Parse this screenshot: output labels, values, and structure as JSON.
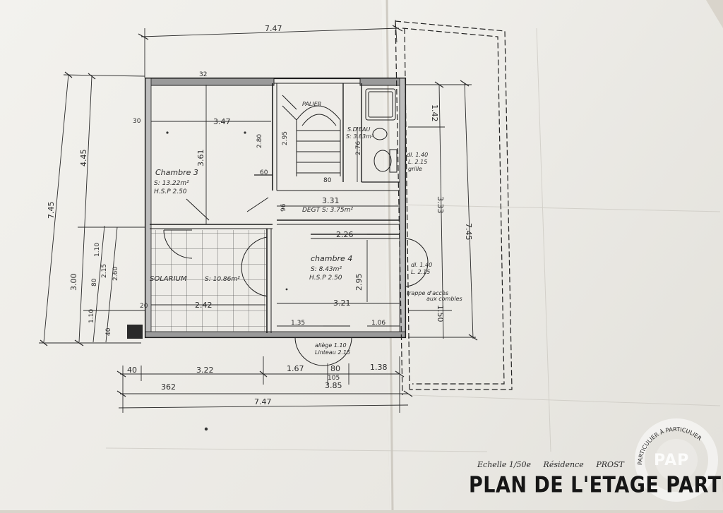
{
  "sheet": {
    "title": "PLAN DE L'ETAGE PARTIEL",
    "scale": "Echelle 1/50e",
    "residence_label": "Résidence",
    "residence_name": "PROST"
  },
  "dimensions": {
    "top_total": "7.47",
    "bottom_total": "7.47",
    "left_total": "7.45",
    "right_total": "7.45",
    "left_upper": "4.45",
    "left_lower": "3.00",
    "right_upper": "3.33",
    "right_lower": "1.50",
    "right_top": "1.42",
    "bottom_a": "40",
    "bottom_b": "3.22",
    "bottom_c": "1.67",
    "bottom_d": "80",
    "bottom_e": "1.38",
    "bottom_f": "362",
    "bottom_g": "3.85",
    "bottom_h": "105",
    "chambre3_width": "3.47",
    "chambre3_height": "3.61",
    "corridor_width": "3.31",
    "degt_len": "2.26",
    "chambre4_height": "2.95",
    "chambre4_width": "3.21",
    "solarium_width": "2.42",
    "stair_h1": "2.80",
    "stair_h2": "2.95",
    "stair_h3": "2.76",
    "small_a": "32",
    "small_b": "60",
    "small_c": "80",
    "small_d": "96",
    "small_e": "1.10",
    "small_f": "2.60",
    "small_g": "1.10",
    "small_h": "80",
    "small_i": "2.15",
    "small_j": "40",
    "small_k": "1.35",
    "small_l": "1.06",
    "small_m": "20",
    "small_n": "30"
  },
  "rooms": {
    "chambre3": {
      "name": "Chambre 3",
      "surface": "S: 13.22m²",
      "hsp": "H.S.P 2.50"
    },
    "chambre4": {
      "name": "chambre 4",
      "surface": "S: 8.43m²",
      "hsp": "H.S.P 2.50"
    },
    "solarium": {
      "name": "SOLARIUM",
      "surface": "S: 10.86m²"
    },
    "degt": {
      "name": "DEGT",
      "surface": "S: 3.75m²"
    },
    "sdeau": {
      "name": "S.D'EAU",
      "surface": "S: 3.83m²"
    },
    "palier": {
      "name": "PALIER"
    }
  },
  "openings": {
    "win1_a": "dl. 1.40",
    "win1_b": "L. 2.15",
    "win1_c": "grille",
    "win2_a": "dl. 1.40",
    "win2_b": "L. 2.15",
    "door_a": "allège 1.10",
    "door_b": "Linteau 2.15",
    "trap_a": "trappe d'accès",
    "trap_b": "aux combles"
  },
  "watermark": {
    "logo": "PAP",
    "ring": "PARTICULIER À PARTICULIER"
  }
}
